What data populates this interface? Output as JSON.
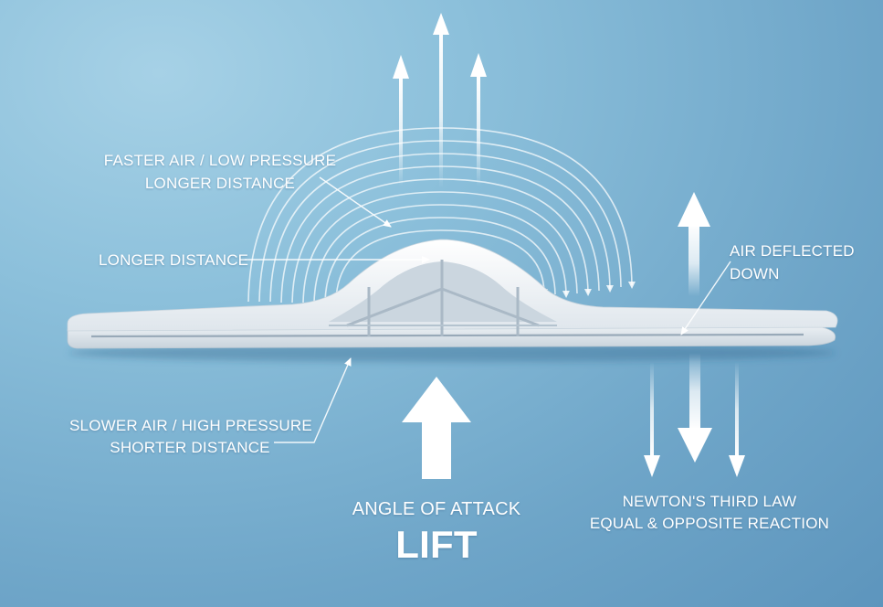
{
  "labels": {
    "faster_air": "FASTER AIR / LOW PRESSURE",
    "faster_air_sub": "LONGER DISTANCE",
    "longer_distance": "LONGER DISTANCE",
    "slower_air": "SLOWER AIR / HIGH PRESSURE",
    "slower_air_sub": "SHORTER DISTANCE",
    "air_deflected_1": "AIR DEFLECTED",
    "air_deflected_2": "DOWN",
    "newton_1": "NEWTON'S THIRD LAW",
    "newton_2": "EQUAL & OPPOSITE REACTION",
    "angle_of_attack": "ANGLE OF ATTACK",
    "lift": "LIFT"
  },
  "icons": {
    "lift_arrow": "arrow-up-icon",
    "upward_air_arrows": "arrow-up-icon",
    "downward_air_arrows": "arrow-down-icon",
    "airflow_arcs": "curved-arrow-icon"
  },
  "colors": {
    "background_light": "#a6d1e6",
    "background_dark": "#5d95bd",
    "wing": "#f4f6f8",
    "text": "#ffffff"
  }
}
